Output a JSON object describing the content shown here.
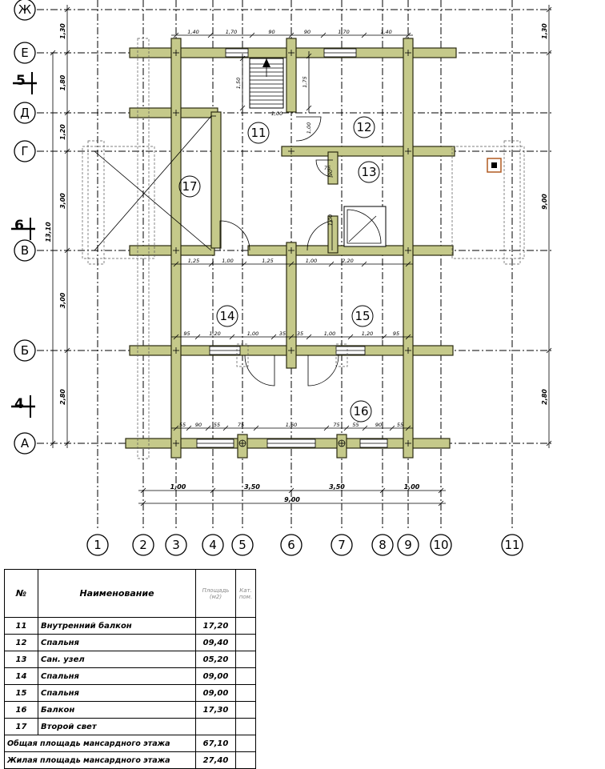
{
  "plan": {
    "axis_letters": [
      "Ж",
      "Е",
      "Д",
      "Г",
      "В",
      "Б",
      "А"
    ],
    "axis_numbers": [
      "1",
      "2",
      "3",
      "4",
      "5",
      "6",
      "7",
      "8",
      "9",
      "10",
      "11"
    ],
    "room_numbers": [
      "11",
      "12",
      "13",
      "17",
      "14",
      "15",
      "16"
    ],
    "left_dims": [
      "1,30",
      "1,80",
      "1,20",
      "3,00",
      "3,00",
      "2,80"
    ],
    "left_total": "13,10",
    "right_dims": [
      "1,30",
      "9,00",
      "2,80"
    ],
    "bottom_dims": [
      "1,00",
      "3,50",
      "3,50",
      "1,00"
    ],
    "bottom_total": "9,00",
    "top_dims": [
      "1,40",
      "1,70",
      "90",
      "90",
      "1,70",
      "1,40"
    ],
    "row_b_dims": [
      "1,25",
      "1,00",
      "1,25",
      "1,00",
      "2,20"
    ],
    "row_bb_dims": [
      "95",
      "1,20",
      "1,00",
      "35",
      "35",
      "1,00",
      "1,20",
      "95"
    ],
    "row_a_dims": [
      "55",
      "90",
      "55",
      "75",
      "1,60",
      "75",
      "55",
      "90",
      "55"
    ],
    "stair_dims": [
      "1,50",
      "1,75",
      "1,00"
    ],
    "small_dims": [
      "1,00",
      "90",
      "1,00",
      "75"
    ],
    "section_marks": [
      "5",
      "6",
      "4"
    ]
  },
  "legend": {
    "headers": {
      "num": "№",
      "name": "Наименование",
      "area": "Площадь (м2)",
      "cat": "Кат. пом."
    },
    "rows": [
      {
        "num": "11",
        "name": "Внутренний балкон",
        "area": "17,20"
      },
      {
        "num": "12",
        "name": "Спальня",
        "area": "09,40"
      },
      {
        "num": "13",
        "name": "Сан. узел",
        "area": "05,20"
      },
      {
        "num": "14",
        "name": "Спальня",
        "area": "09,00"
      },
      {
        "num": "15",
        "name": "Спальня",
        "area": "09,00"
      },
      {
        "num": "16",
        "name": "Балкон",
        "area": "17,30"
      },
      {
        "num": "17",
        "name": "Второй свет",
        "area": ""
      }
    ],
    "totals": [
      {
        "label": "Общая площадь мансардного этажа",
        "value": "67,10"
      },
      {
        "label": "Жилая площадь мансардного этажа",
        "value": "27,40"
      }
    ]
  }
}
